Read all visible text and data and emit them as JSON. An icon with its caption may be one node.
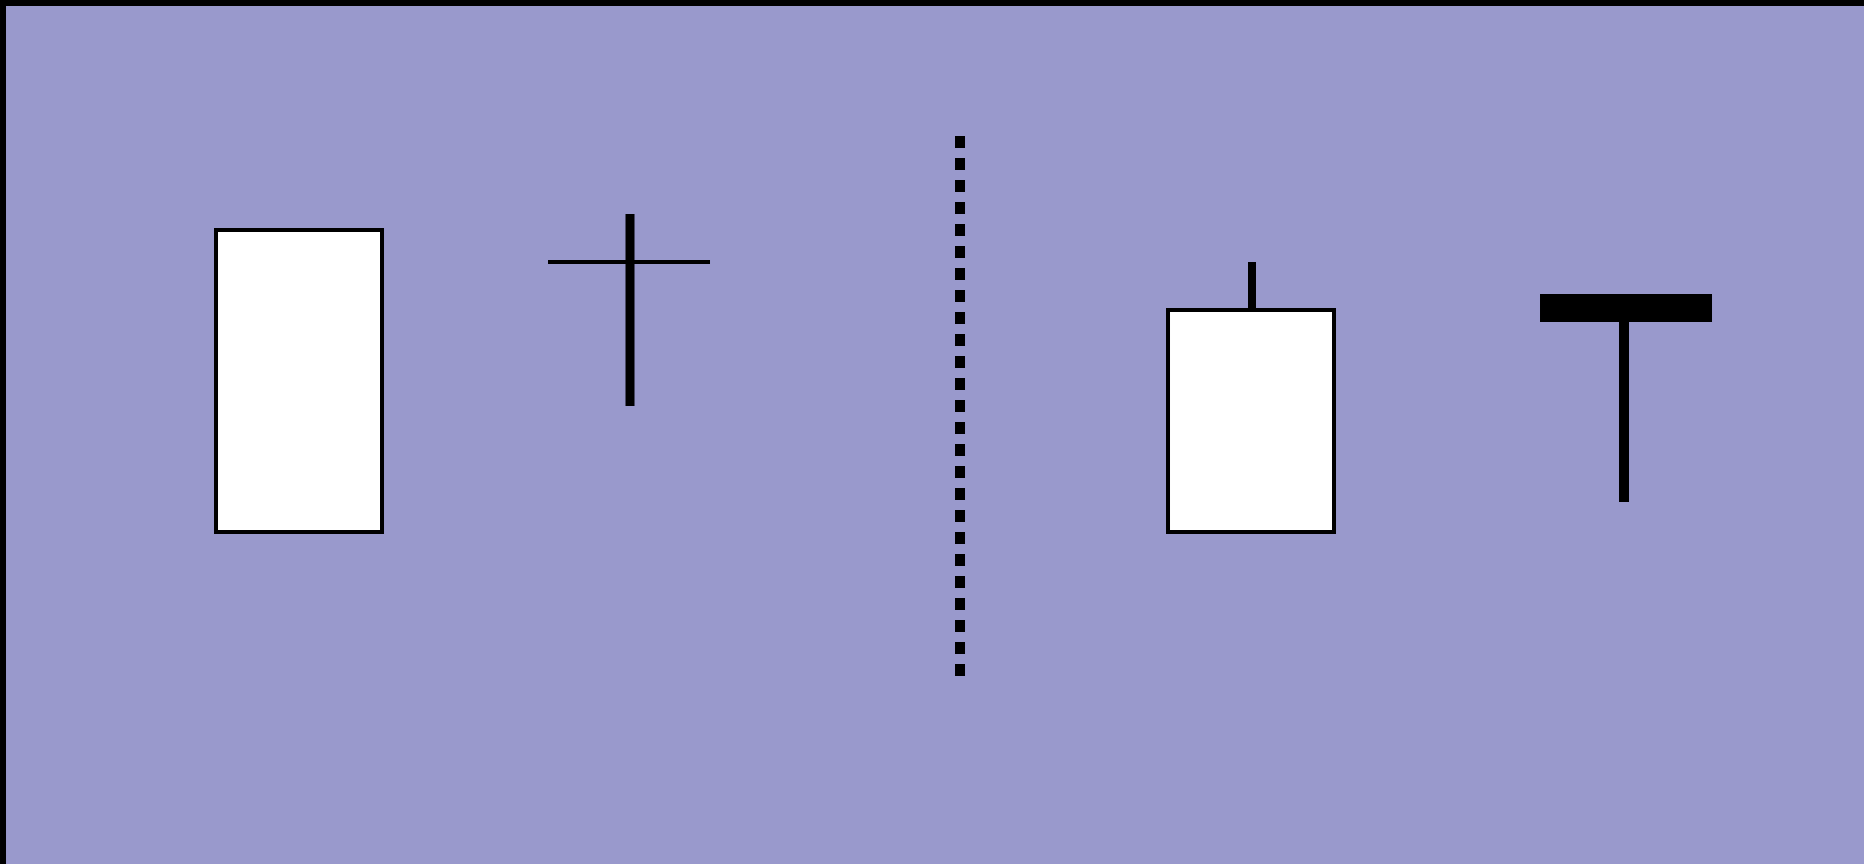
{
  "diagram": {
    "nodes": [
      {
        "text": [],
        "shape": "box"
      },
      {
        "text": [],
        "shape": "cross"
      },
      {
        "text": [],
        "shape": "box"
      },
      {
        "text": [],
        "shape": "bar"
      }
    ]
  }
}
